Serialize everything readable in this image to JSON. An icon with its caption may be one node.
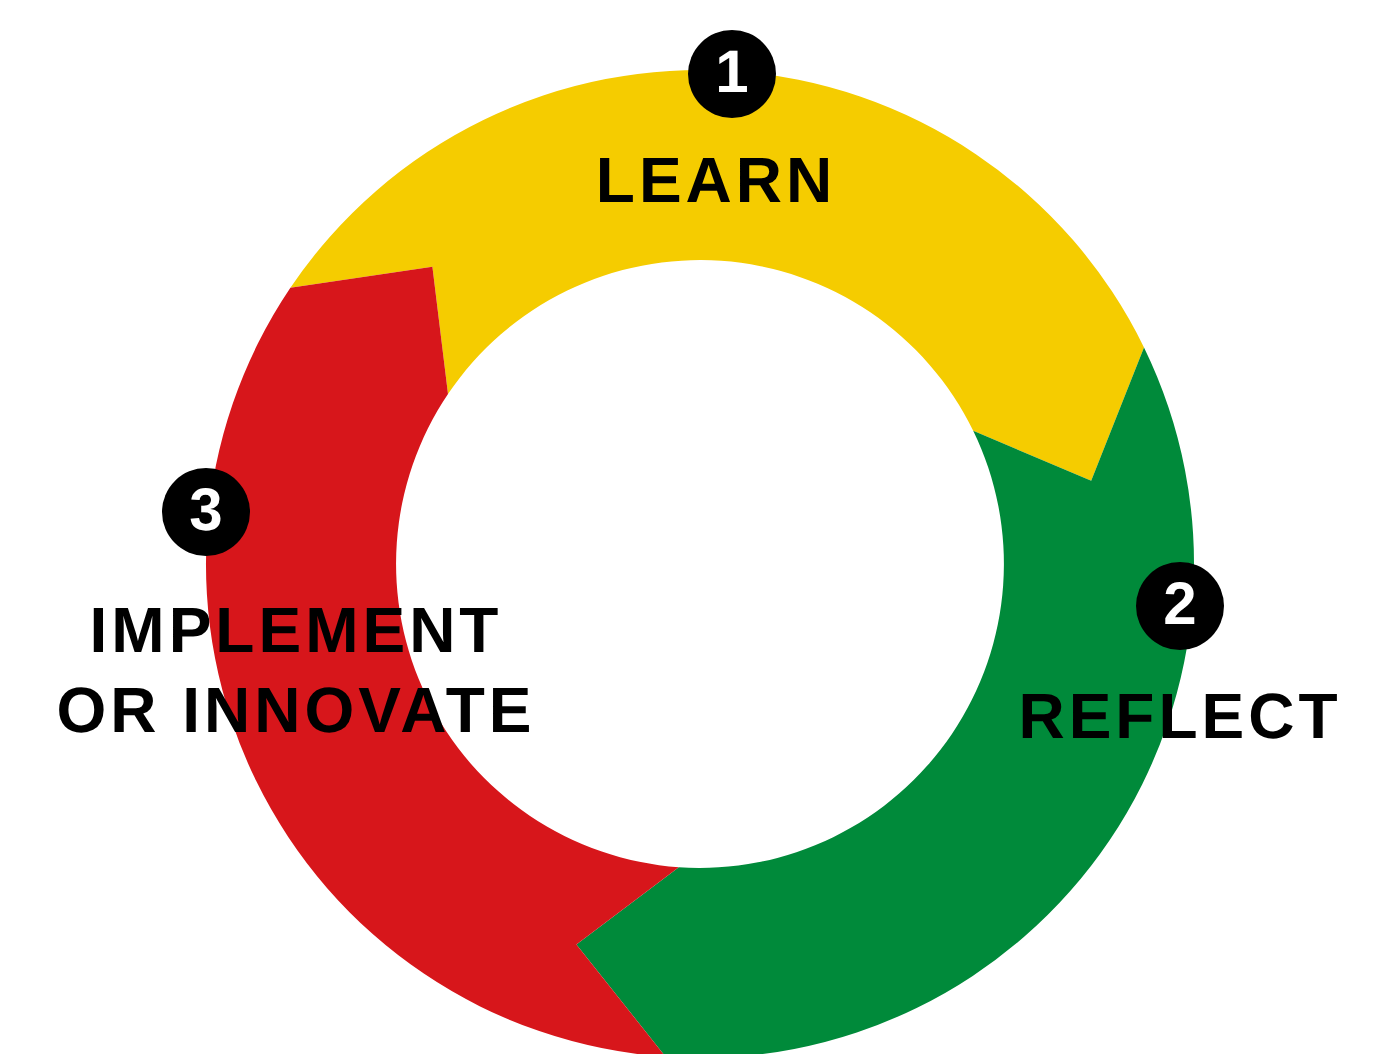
{
  "diagram": {
    "nodes": [
      {
        "text": [
          "1",
          "LEARN"
        ]
      },
      {
        "text": [
          "2",
          "REFLECT"
        ]
      },
      {
        "text": [
          "3",
          "IMPLEMENT OR INNOVATE"
        ]
      }
    ]
  }
}
